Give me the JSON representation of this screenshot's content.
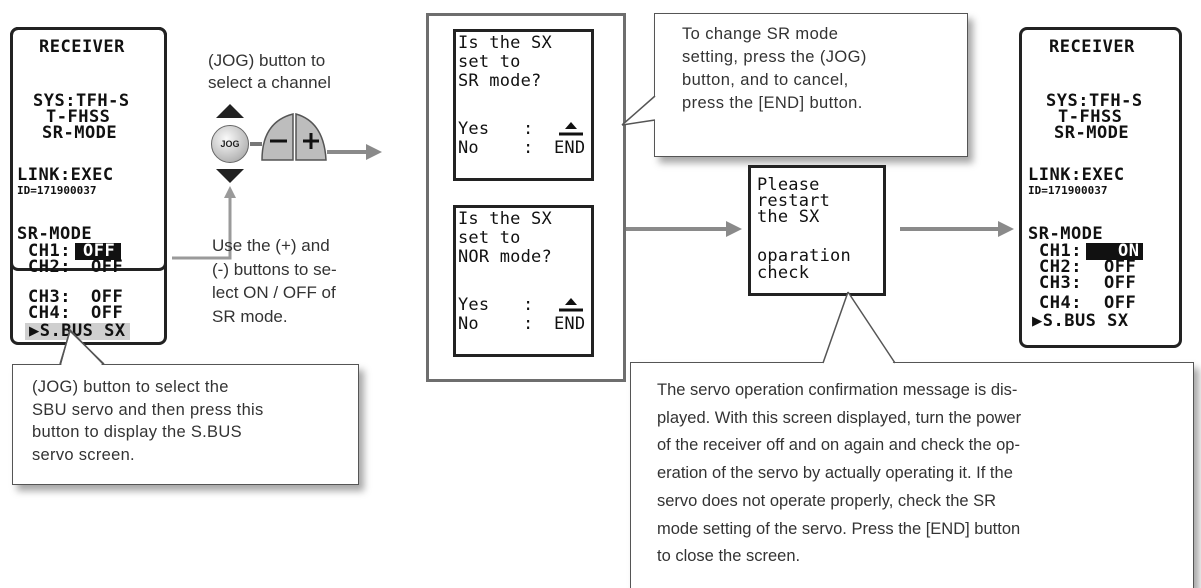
{
  "receiver_left": {
    "title": "RECEIVER",
    "sys": "SYS:TFH-S",
    "protocol": "T-FHSS",
    "mode": "SR-MODE",
    "link": "LINK:EXEC",
    "id": "ID=171900037",
    "sr_mode_label": "SR-MODE",
    "channels": [
      {
        "name": "CH1:",
        "value": "OFF"
      },
      {
        "name": "CH2:",
        "value": "OFF"
      },
      {
        "name": "CH3:",
        "value": "OFF"
      },
      {
        "name": "CH4:",
        "value": "OFF"
      }
    ],
    "sbus": "▶S.BUS SX"
  },
  "jog_label": "JOG",
  "text_jog_select_channel": [
    "(JOG) button to",
    "select a channel"
  ],
  "text_plus_minus": [
    "Use the (+) and",
    "(-) buttons to se-",
    "lect ON / OFF of",
    "SR mode."
  ],
  "callout_sbus": [
    "(JOG) button to select the",
    "SBU servo and then press this",
    "button to display the S.BUS",
    "servo screen."
  ],
  "dialog_sr": {
    "q1": "Is the SX",
    "q2": "set to",
    "q3": "SR mode?",
    "yes": "Yes",
    "no": "No",
    "end": "END"
  },
  "dialog_nor": {
    "q1": "Is the SX",
    "q2": "set to",
    "q3": "NOR mode?",
    "yes": "Yes",
    "no": "No",
    "end": "END"
  },
  "callout_change": [
    "To change SR mode",
    "setting, press the (JOG)",
    "button, and to cancel,",
    "press the [END] button."
  ],
  "restart_screen": {
    "l1": "Please",
    "l2": "restart",
    "l3": "the SX",
    "l4": "oparation",
    "l5": "check"
  },
  "callout_confirm": [
    "The servo operation confirmation message is dis-",
    "played. With this screen displayed, turn the power",
    "of the receiver off and on again and check the op-",
    "eration of the servo by actually operating it. If the",
    "servo does not operate properly, check the SR",
    "mode setting of the servo. Press the [END] button",
    "to close the screen."
  ],
  "receiver_right": {
    "title": "RECEIVER",
    "sys": "SYS:TFH-S",
    "protocol": "T-FHSS",
    "mode": "SR-MODE",
    "link": "LINK:EXEC",
    "id": "ID=171900037",
    "sr_mode_label": "SR-MODE",
    "channels": [
      {
        "name": "CH1:",
        "value": "ON"
      },
      {
        "name": "CH2:",
        "value": "OFF"
      },
      {
        "name": "CH3:",
        "value": "OFF"
      },
      {
        "name": "CH4:",
        "value": "OFF"
      }
    ],
    "sbus": "▶S.BUS SX"
  }
}
